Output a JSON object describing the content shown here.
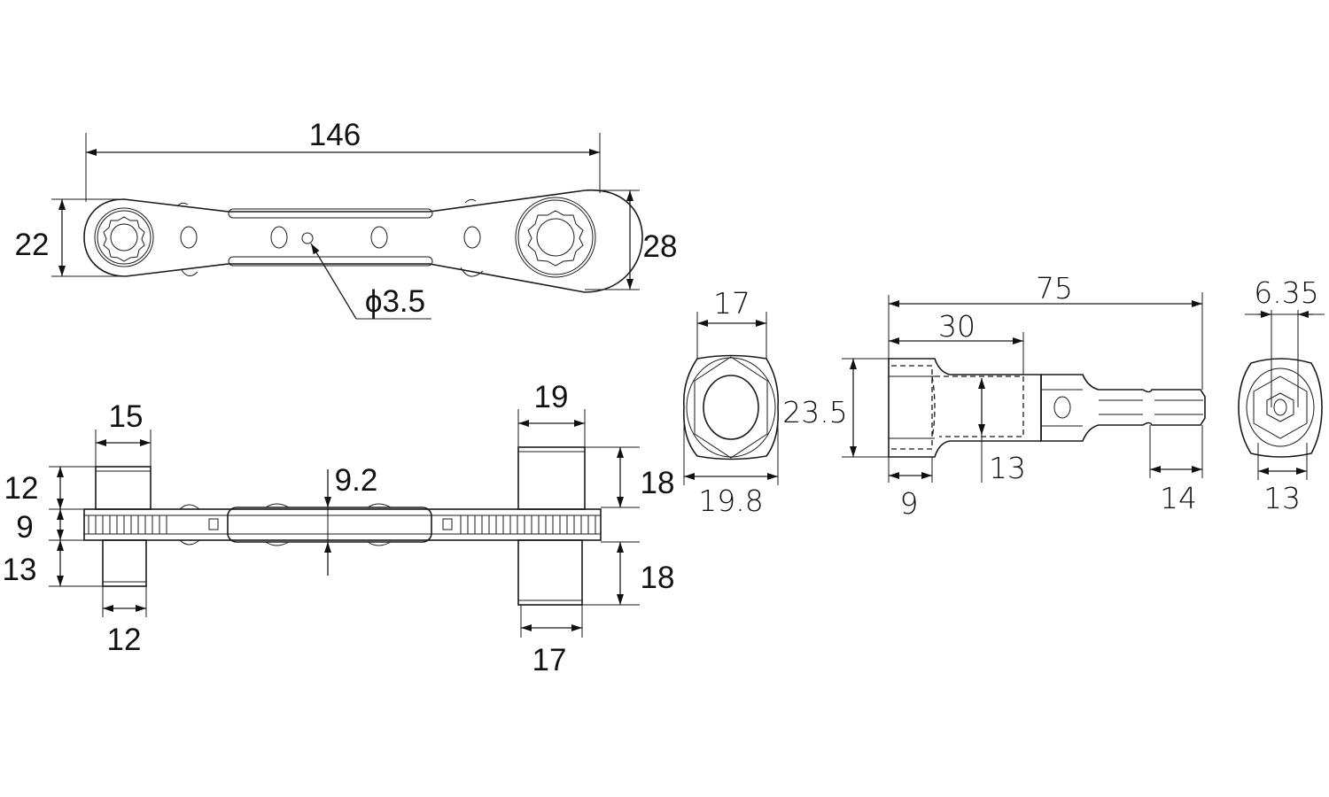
{
  "wrench_top_view": {
    "overall_length": "146",
    "small_head_height": "22",
    "large_head_height": "28",
    "hole_diameter": "ϕ3.5"
  },
  "wrench_side_view": {
    "left_socket_top_width": "15",
    "right_socket_top_width": "19",
    "left_top_height": "12",
    "body_thickness": "9",
    "left_bottom_height": "13",
    "grip_thickness": "9.2",
    "right_top_height": "18",
    "right_bottom_height": "18",
    "left_socket_bottom_width": "12",
    "right_socket_bottom_width": "17"
  },
  "socket_front_view": {
    "hex_width": "17",
    "outer_diameter": "19.8"
  },
  "socket_adapter_side_view": {
    "overall_length": "75",
    "socket_length": "30",
    "head_diameter": "23.5",
    "inner_depth_size": "13",
    "socket_depth": "9",
    "bit_length": "14"
  },
  "socket_end_view": {
    "bit_hex_size": "6.35",
    "body_width": "13"
  }
}
